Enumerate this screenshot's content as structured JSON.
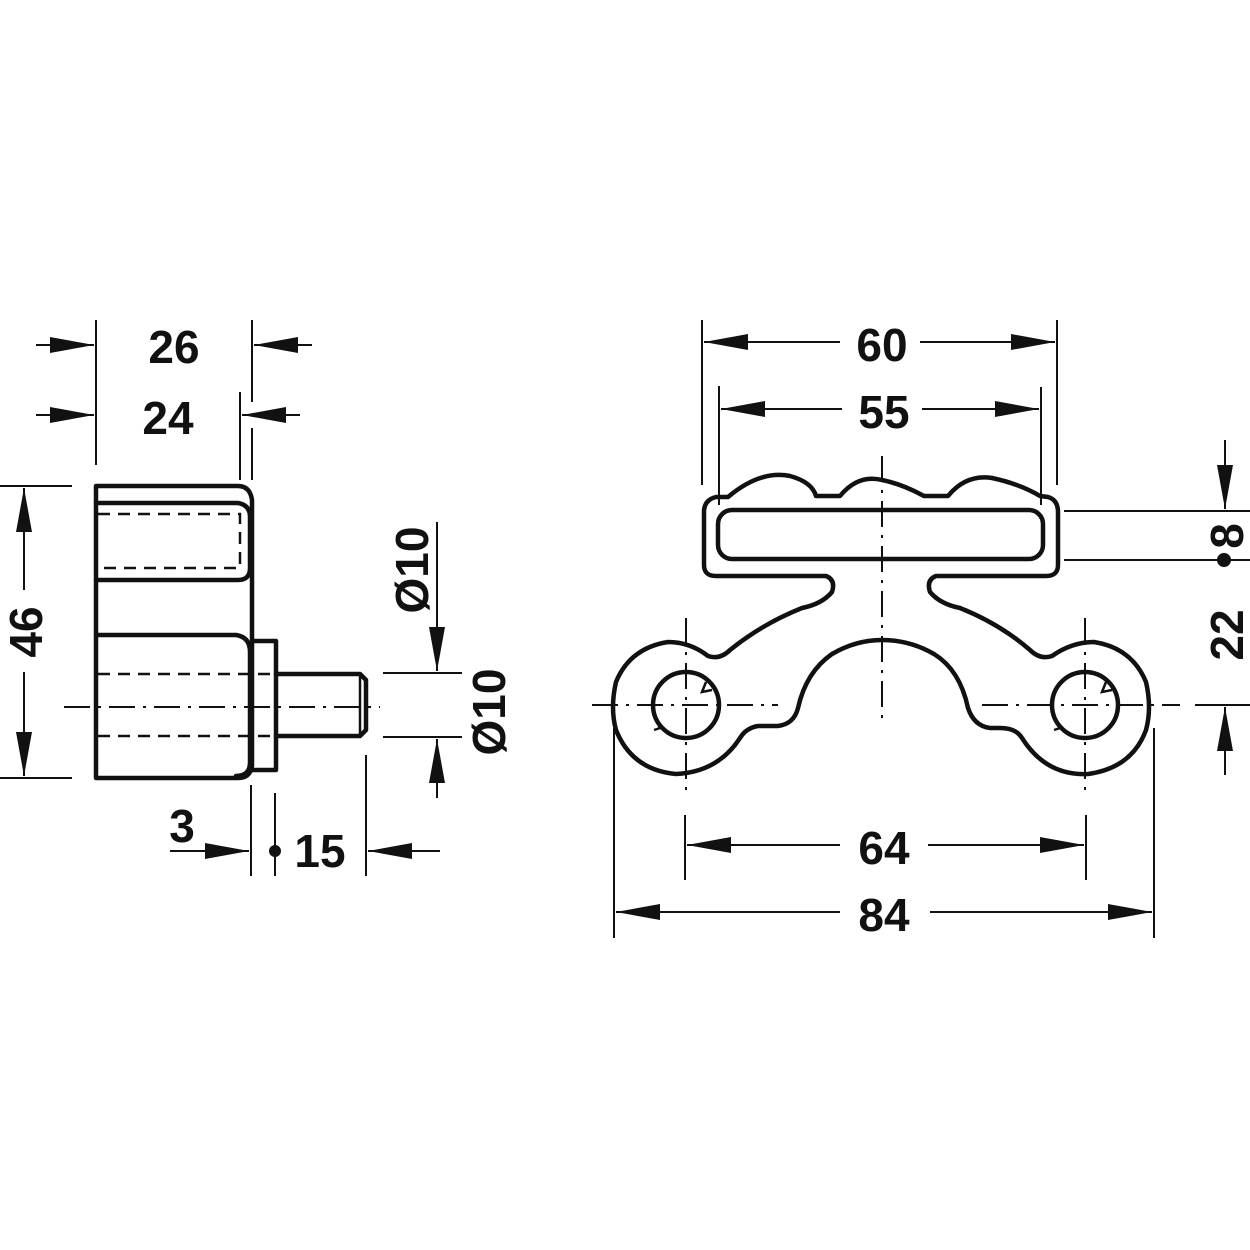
{
  "drawing": {
    "type": "technical dimension drawing",
    "color": "#111111",
    "background": "#ffffff",
    "side_view": {
      "dimensions": {
        "width_outer": "26",
        "width_inner": "24",
        "height": "46",
        "pin_diameter_upper": "Ø10",
        "pin_diameter_lower": "Ø10",
        "collar": "3",
        "pin_length": "15"
      }
    },
    "top_view": {
      "dimensions": {
        "outer_width": "60",
        "inner_width": "55",
        "slot_height": "8",
        "offset_height": "22",
        "hole_spacing": "64",
        "total_width": "84"
      }
    }
  }
}
